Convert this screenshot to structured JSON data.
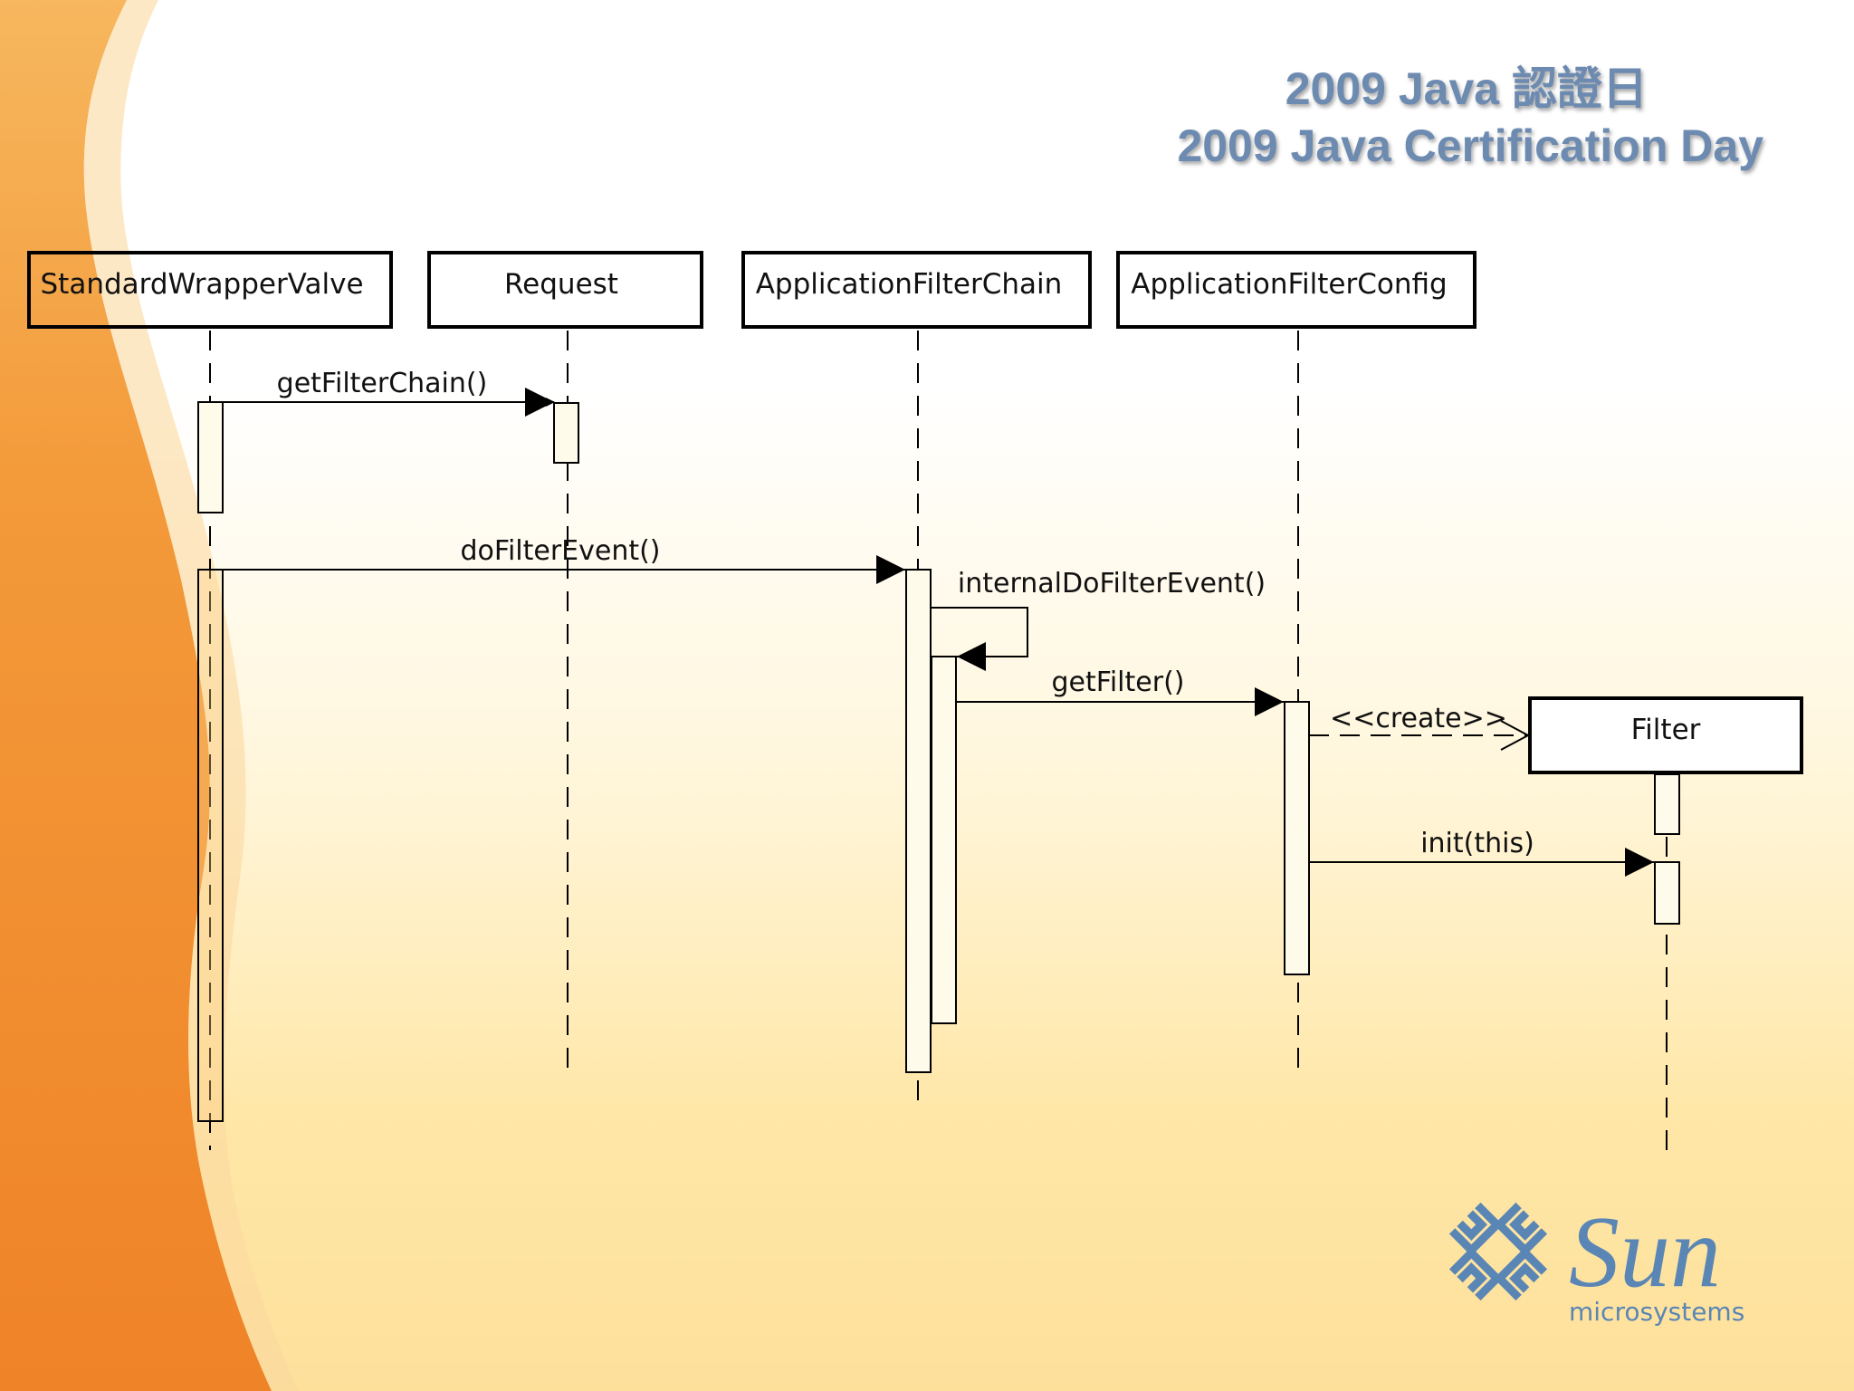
{
  "header": {
    "line1": "2009 Java 認證日",
    "line2": "2009 Java Certification Day"
  },
  "diagram": {
    "objects": [
      {
        "label": "StandardWrapperValve"
      },
      {
        "label": "Request"
      },
      {
        "label": "ApplicationFilterChain"
      },
      {
        "label": "ApplicationFilterConfig"
      },
      {
        "label": "Filter"
      }
    ],
    "messages": [
      {
        "label": "getFilterChain()",
        "from": "StandardWrapperValve",
        "to": "Request",
        "kind": "call"
      },
      {
        "label": "doFilterEvent()",
        "from": "StandardWrapperValve",
        "to": "ApplicationFilterChain",
        "kind": "call"
      },
      {
        "label": "internalDoFilterEvent()",
        "from": "ApplicationFilterChain",
        "to": "ApplicationFilterChain",
        "kind": "self-call"
      },
      {
        "label": "getFilter()",
        "from": "ApplicationFilterChain",
        "to": "ApplicationFilterConfig",
        "kind": "call"
      },
      {
        "label": "<<create>>",
        "from": "ApplicationFilterConfig",
        "to": "Filter",
        "kind": "create"
      },
      {
        "label": "init(this)",
        "from": "ApplicationFilterConfig",
        "to": "Filter",
        "kind": "call"
      }
    ]
  },
  "logo": {
    "brand": "Sun",
    "sub": "microsystems",
    "color": "#5a86b5"
  },
  "colors": {
    "swoosh": "#ef8a2e",
    "header_text": "#6d8bb0",
    "activation_fill": "#fffbea"
  }
}
